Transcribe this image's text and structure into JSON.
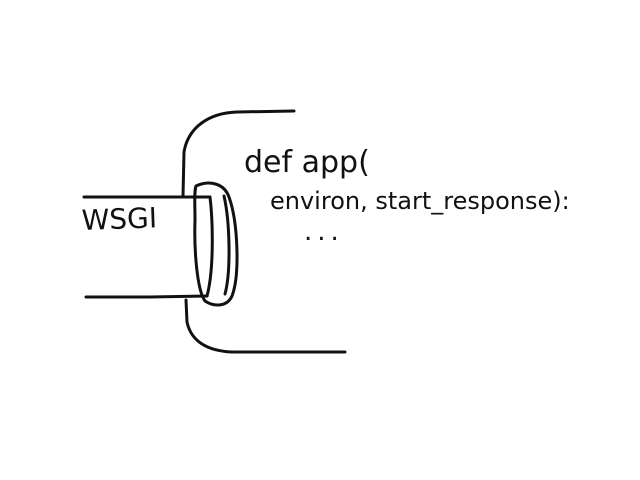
{
  "drawing": {
    "pipe_label": "WSGI",
    "code": {
      "line1": "def app(",
      "line2": "environ, start_response):",
      "line3": "..."
    },
    "ink_color": "#111111",
    "paper_color": "#ffffff"
  }
}
